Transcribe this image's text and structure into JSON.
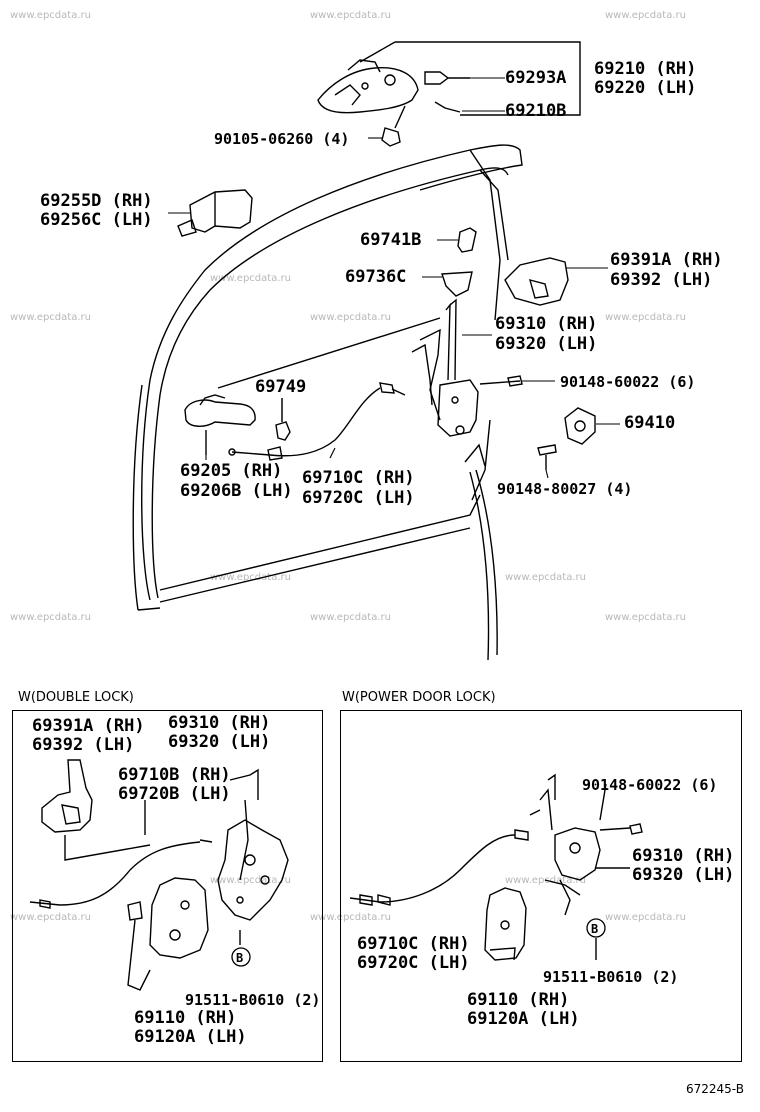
{
  "watermark": "www.epcdata.ru",
  "labels": {
    "p69293a": "69293A",
    "p69210b": "69210B",
    "p69210rh": "69210 (RH)",
    "p69220lh": "69220 (LH)",
    "p90105": "90105-06260 (4)",
    "p69255d": "69255D (RH)",
    "p69256c": "69256C (LH)",
    "p69741b": "69741B",
    "p69736c": "69736C",
    "p69391a": "69391A (RH)",
    "p69392": "69392 (LH)",
    "p69310": "69310 (RH)",
    "p69320": "69320 (LH)",
    "p69749": "69749",
    "p90148_6": "90148-60022 (6)",
    "p69410": "69410",
    "p69205": "69205 (RH)",
    "p69206b": "69206B (LH)",
    "p69710c": "69710C (RH)",
    "p69720c": "69720C (LH)",
    "p90148_4": "90148-80027 (4)"
  },
  "double_lock": {
    "title": "W(DOUBLE LOCK)",
    "p69391a": "69391A (RH)",
    "p69392": "69392 (LH)",
    "p69310": "69310 (RH)",
    "p69320": "69320 (LH)",
    "p69710b": "69710B (RH)",
    "p69720b": "69720B (LH)",
    "p91511": "91511-B0610 (2)",
    "p69110": "69110 (RH)",
    "p69120a": "69120A (LH)",
    "callout": "B"
  },
  "power_lock": {
    "title": "W(POWER DOOR LOCK)",
    "p90148": "90148-60022 (6)",
    "p69310": "69310 (RH)",
    "p69320": "69320 (LH)",
    "p69710c": "69710C (RH)",
    "p69720c": "69720C (LH)",
    "p91511": "91511-B0610 (2)",
    "p69110": "69110 (RH)",
    "p69120a": "69120A (LH)",
    "callout": "B"
  },
  "diagram_code": "672245-B"
}
